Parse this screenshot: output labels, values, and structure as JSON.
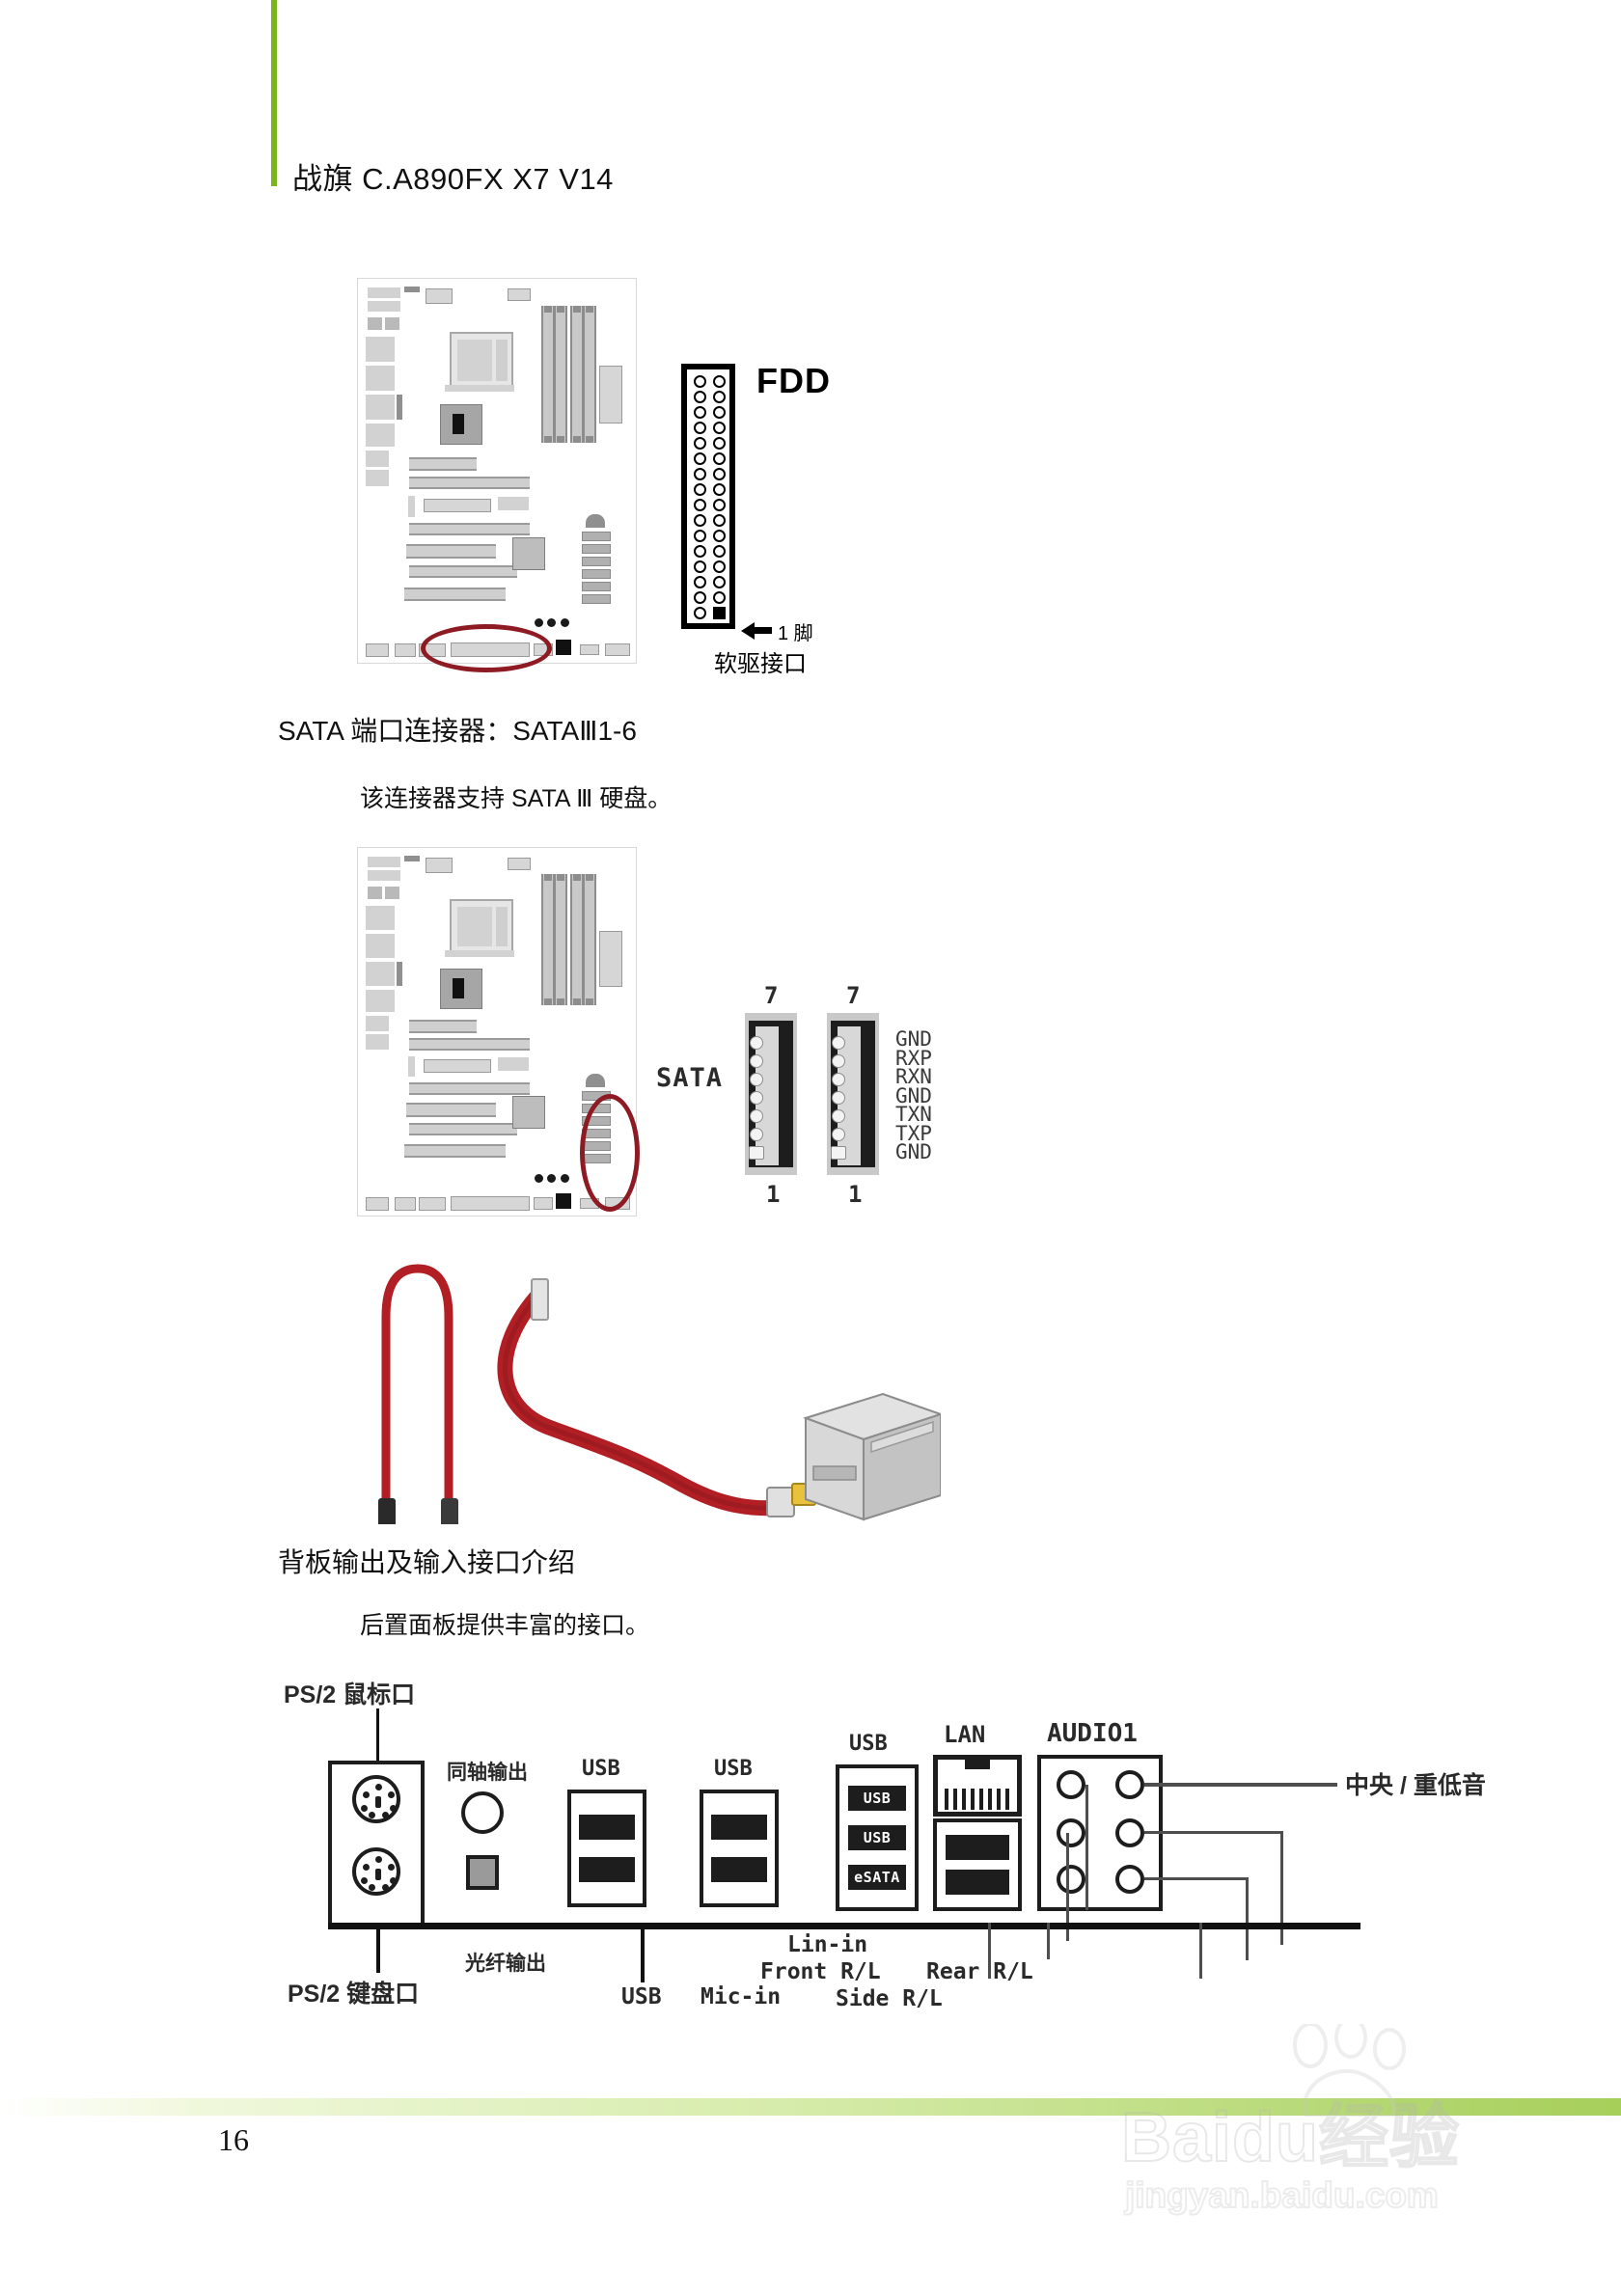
{
  "header": {
    "title": "战旗 C.A890FX X7 V14",
    "accent_color": "#7ab51d"
  },
  "fdd_figure": {
    "connector_label": "FDD",
    "pin1_label": "1 脚",
    "caption": "软驱接口",
    "pin_rows": 17,
    "pin_columns": 2
  },
  "sata_section": {
    "heading": "SATA 端口连接器：SATAⅢ1-6",
    "body": "该连接器支持 SATA Ⅲ  硬盘。",
    "diagram": {
      "group_label": "SATA",
      "top_pin_number": "7",
      "bottom_pin_number": "1",
      "pin_names": [
        "GND",
        "RXP",
        "RXN",
        "GND",
        "TXN",
        "TXP",
        "GND"
      ],
      "connector_count": 2
    },
    "cable_color": "#b11f24"
  },
  "backpanel_section": {
    "heading": "背板输出及输入接口介绍",
    "body": "后置面板提供丰富的接口。",
    "labels": {
      "ps2_mouse": "PS/2 鼠标口",
      "ps2_keyboard": "PS/2 键盘口",
      "coaxial_out": "同轴输出",
      "optical_out": "光纤输出",
      "usb_left": "USB",
      "usb_mid": "USB",
      "usb_stack": "USB",
      "lan": "LAN",
      "audio": "AUDIO1",
      "usb_bottom": "USB",
      "mic_in": "Mic-in",
      "line_in": "Lin-in",
      "front_rl": "Front R/L",
      "side_rl": "Side R/L",
      "rear_rl": "Rear R/L",
      "center_sub": "中央 / 重低音"
    },
    "port_texts": {
      "usb": "USB",
      "esata": "eSATA"
    }
  },
  "footer": {
    "page_number": "16",
    "watermark_main": "Baidu经验",
    "watermark_sub": "jingyan.baidu.com"
  }
}
